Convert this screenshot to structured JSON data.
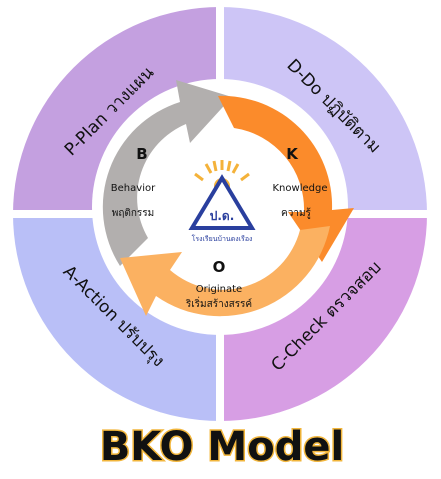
{
  "title": "BKO Model",
  "quadrants": {
    "plan": "P-Plan วางแผน",
    "do": "D-Do ปฏิบัติตาม",
    "check": "C-Check ตรวจสอบ",
    "action": "A-Action ปรับปรุง"
  },
  "cycle": {
    "b": {
      "letter": "B",
      "en": "Behavior",
      "th": "พฤติกรรม"
    },
    "k": {
      "letter": "K",
      "en": "Knowledge",
      "th": "ความรู้"
    },
    "o": {
      "letter": "O",
      "en": "Originate",
      "th": "ริเริ่มสร้างสรรค์"
    }
  },
  "logo": {
    "initials": "ป.ด.",
    "caption": "โรงเรียนบ้านดงเรือง"
  },
  "colors": {
    "plan": "#c4a0e0",
    "do": "#cdc5f6",
    "check": "#d79ee4",
    "action": "#b9bff7",
    "b_arrow": "#b2afae",
    "k_arrow": "#fb8b2b",
    "o_arrow": "#fbb161",
    "title_outline": "#f2b63c"
  }
}
